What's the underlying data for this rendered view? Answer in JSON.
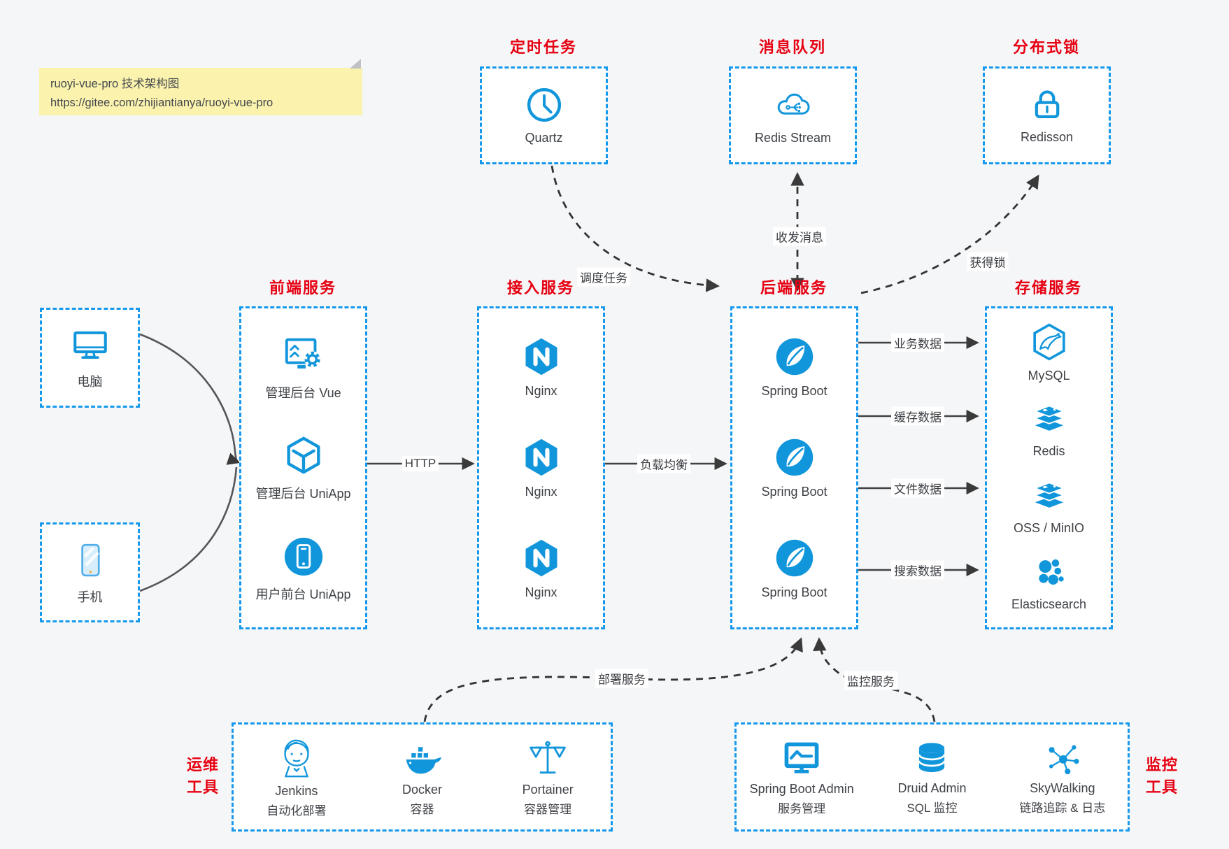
{
  "note": {
    "title": "ruoyi-vue-pro 技术架构图",
    "url": "https://gitee.com/zhijiantianya/ruoyi-vue-pro"
  },
  "colors": {
    "accent_blue": "#1296db",
    "border_blue": "#1698ec",
    "title_red": "#e60012",
    "note_bg": "#faf2ad",
    "arrow_dark": "#3a3a3a"
  },
  "top_groups": [
    {
      "title": "定时任务",
      "item": {
        "label": "Quartz",
        "icon": "clock-icon"
      }
    },
    {
      "title": "消息队列",
      "item": {
        "label": "Redis Stream",
        "icon": "cloud-stream-icon"
      }
    },
    {
      "title": "分布式锁",
      "item": {
        "label": "Redisson",
        "icon": "lock-icon"
      }
    }
  ],
  "clients": [
    {
      "label": "电脑",
      "icon": "desktop-icon"
    },
    {
      "label": "手机",
      "icon": "phone-icon"
    }
  ],
  "columns": {
    "frontend": {
      "title": "前端服务",
      "items": [
        {
          "label": "管理后台 Vue",
          "icon": "admin-vue-icon"
        },
        {
          "label": "管理后台 UniApp",
          "icon": "uniapp-cube-icon"
        },
        {
          "label": "用户前台 UniApp",
          "icon": "user-app-icon"
        }
      ]
    },
    "gateway": {
      "title": "接入服务",
      "items": [
        {
          "label": "Nginx",
          "icon": "nginx-icon"
        },
        {
          "label": "Nginx",
          "icon": "nginx-icon"
        },
        {
          "label": "Nginx",
          "icon": "nginx-icon"
        }
      ]
    },
    "backend": {
      "title": "后端服务",
      "items": [
        {
          "label": "Spring Boot",
          "icon": "spring-icon"
        },
        {
          "label": "Spring Boot",
          "icon": "spring-icon"
        },
        {
          "label": "Spring Boot",
          "icon": "spring-icon"
        }
      ]
    },
    "storage": {
      "title": "存储服务",
      "items": [
        {
          "label": "MySQL",
          "icon": "mysql-icon"
        },
        {
          "label": "Redis",
          "icon": "redis-stack-icon"
        },
        {
          "label": "OSS / MinIO",
          "icon": "redis-stack-icon"
        },
        {
          "label": "Elasticsearch",
          "icon": "elasticsearch-icon"
        }
      ]
    }
  },
  "edges": {
    "http": "HTTP",
    "load_balance": "负载均衡",
    "schedule": "调度任务",
    "message": "收发消息",
    "lock": "获得锁",
    "business_data": "业务数据",
    "cache_data": "缓存数据",
    "file_data": "文件数据",
    "search_data": "搜索数据",
    "deploy": "部署服务",
    "monitor": "监控服务"
  },
  "bottom_groups": {
    "ops": {
      "title_lines": [
        "运维",
        "工具"
      ],
      "items": [
        {
          "name": "Jenkins",
          "desc": "自动化部署",
          "icon": "jenkins-icon"
        },
        {
          "name": "Docker",
          "desc": "容器",
          "icon": "docker-icon"
        },
        {
          "name": "Portainer",
          "desc": "容器管理",
          "icon": "portainer-icon"
        }
      ]
    },
    "monitoring": {
      "title_lines": [
        "监控",
        "工具"
      ],
      "items": [
        {
          "name": "Spring Boot Admin",
          "desc": "服务管理",
          "icon": "monitor-chart-icon"
        },
        {
          "name": "Druid Admin",
          "desc": "SQL 监控",
          "icon": "database-icon"
        },
        {
          "name": "SkyWalking",
          "desc": "链路追踪 & 日志",
          "icon": "network-nodes-icon"
        }
      ]
    }
  }
}
